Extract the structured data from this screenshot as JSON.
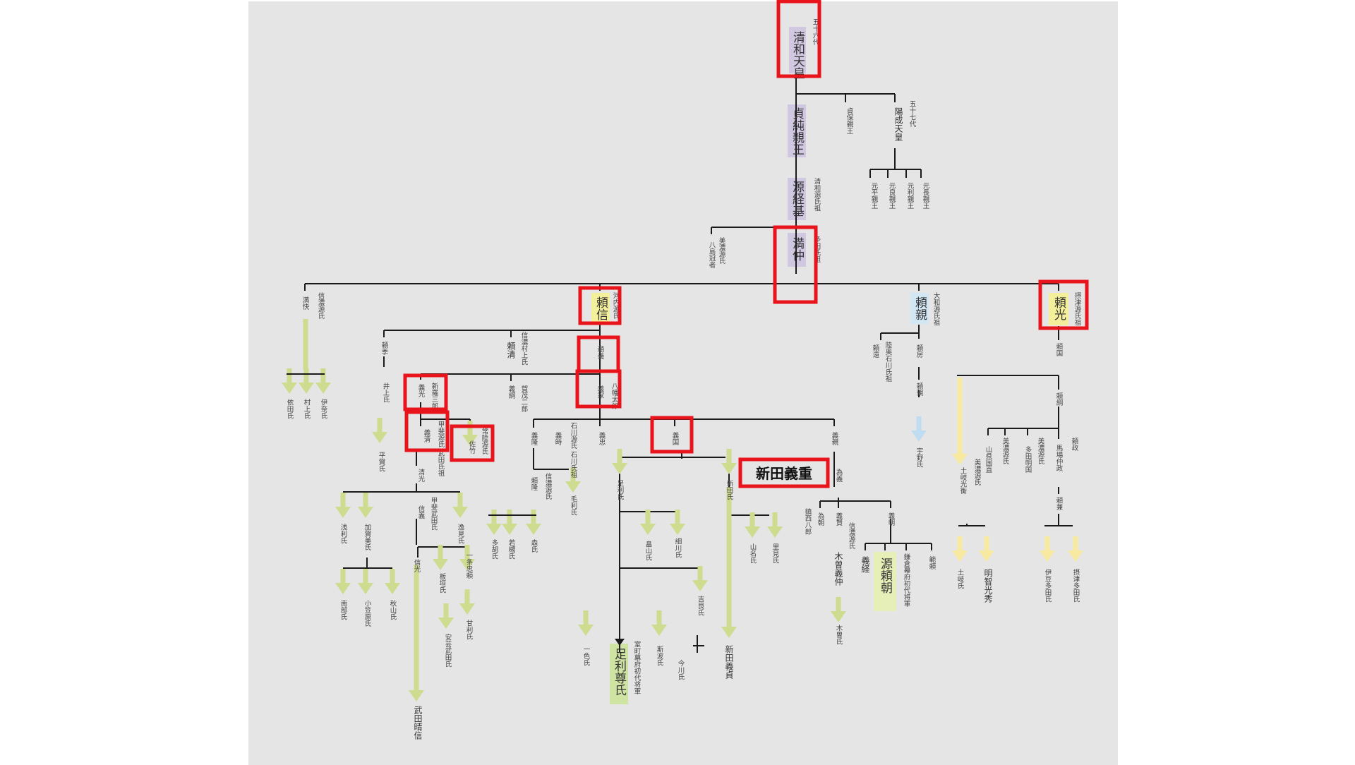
{
  "colors": {
    "background": "#e5e5e6",
    "line": "#1a1a1a",
    "highlight": "#e8131b",
    "arrow_green": "#cddc8e",
    "arrow_yellow": "#f7eaa0",
    "arrow_blue": "#bfdcf0",
    "lavender": "#cfc8e0",
    "yellow_box": "#f4ef9a",
    "blue_box": "#d3e6f4",
    "green_box": "#cfe3a2"
  },
  "nodes": {
    "seiwa": "清和天皇",
    "seiwa_note": "五十六代",
    "sadazumi": "貞純親王",
    "sadayasu": "貞保親王",
    "yozei": "陽成天皇",
    "yozei_note": "五十七代",
    "motohira": "元平親王",
    "motoyoshi": "元良親王",
    "mototoshi": "元利親王",
    "motonaga": "元長親王",
    "tsunemoto": "源経基",
    "tsunemoto_note": "清和源氏祖",
    "mitsunaka": "満仲",
    "mitsunaka_note": "多田氏祖",
    "mino_genji": "美濃源氏",
    "hachijo": "八島冠者",
    "mitsumasa": "満快",
    "mitsumasa_note": "信濃源氏",
    "yorinobu": "頼信",
    "yorinobu_note": "河内源氏",
    "yorichika": "頼親",
    "yorichika_note": "大和源氏祖",
    "yorimitsu": "頼光",
    "yorimitsu_note": "摂津源氏祖",
    "iida": "依田氏",
    "murakami": "村上氏",
    "ina": "伊奈氏",
    "yorisue": "頼季",
    "yorikiyo": "頼清",
    "yorikiyo_note": "信濃村上氏",
    "yoriyoshi": "頼義",
    "inoue": "井上氏",
    "yoshimitsu": "義光",
    "yoshimitsu_note": "新羅三郎",
    "yoshitsuna": "義綱",
    "yoshitsuna_note": "賀茂二郎",
    "yoshiie": "義家",
    "yoshiie_note": "八幡太郎",
    "yoshikiyo": "義清",
    "yoshikiyo_note": "甲斐源氏 武田氏祖",
    "satake": "佐竹",
    "satake_note": "常陸源氏",
    "hiraga": "平賀氏",
    "kiyomitsu": "清光",
    "nobuyoshi": "信義",
    "nobuyoshi_note": "甲斐武田氏",
    "asari": "浅利氏",
    "kagami": "加賀美氏",
    "henmi": "逸見氏",
    "nobumitsu": "信光",
    "itagaki": "板垣氏",
    "ichijo": "一条忠頼",
    "kanri": "甘利氏",
    "ando": "安芸武田氏",
    "nanbu": "南部氏",
    "ogasawara": "小笠原氏",
    "akiyama": "秋山氏",
    "takeda_shingen": "武田晴信",
    "yoshitaka": "義隆",
    "yoshitoki": "義時",
    "yoshitoki_note": "石川源氏 石川氏祖",
    "yoshitada": "義忠",
    "yoshikuni": "義国",
    "yoshichika": "義親",
    "yoritaka": "頼隆",
    "yoritaka_note": "信濃源氏",
    "mori": "毛利氏",
    "tano": "多胡氏",
    "wakatsuki": "若槻氏",
    "mori2": "森氏",
    "ashikaga": "足利氏",
    "nitta": "新田氏",
    "tameyoshi": "為義",
    "tametomo": "為朝",
    "tametomo_note": "鎮西八郎",
    "yoshikata": "義賢",
    "yoshikata_note": "信濃源氏",
    "kiso": "木曽義仲",
    "kiso_clan": "木曽氏",
    "yoshitomo": "義朝",
    "yoshitsune": "義経",
    "minamoto_yoritomo": "源頼朝",
    "yoritomo_note": "鎌倉幕府初代将軍",
    "noriyori": "範頼",
    "hatakeyama": "畠山氏",
    "hosokawa": "細川氏",
    "kira": "吉良氏",
    "shiba": "斯波氏",
    "imagawa": "今川氏",
    "isshiki": "一色氏",
    "ashikaga_takauji": "足利尊氏",
    "takauji_note": "室町幕府初代将軍",
    "yamana": "山名氏",
    "satomi": "里見氏",
    "nitta_yoshisada": "新田義貞",
    "yorikuni": "頼国",
    "yoritsuna": "頼綱",
    "yorimasa": "頼政",
    "yorimasa_note": "摂津源氏",
    "yorikane": "頼兼",
    "nakamasa": "仲政",
    "nakamasa_note": "馬場仲政",
    "mino_yamagata": "山県国直",
    "mino_genji2": "美濃源氏",
    "tada_akikuni": "多田明国",
    "mino_genji3": "美濃源氏",
    "toki_mitsuhira": "土岐光衡",
    "toki_note": "美濃源氏",
    "toki": "土岐氏",
    "akechi": "明智光秀",
    "izu": "伊豆多田氏",
    "settsu": "摂津多田氏",
    "yorishige": "頼房",
    "uno": "宇野氏",
    "yoritoshi": "頼遠",
    "mutsu": "陸奥石川氏祖",
    "yorimasa2": "頼親"
  },
  "annotation": {
    "nitta_yoshishige": "新田義重"
  }
}
